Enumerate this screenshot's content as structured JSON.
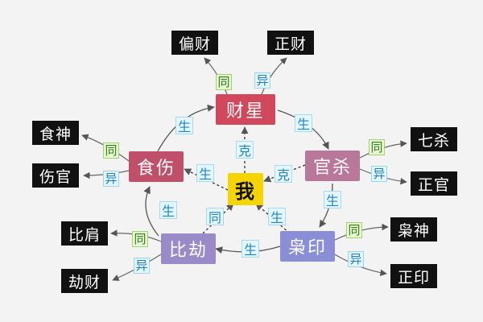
{
  "colors": {
    "center_fill": "#f5d400",
    "wealth_fill": "#d1485c",
    "output_fill": "#c0506a",
    "officer_fill": "#b9779a",
    "peer_fill": "#9a8ac8",
    "resource_fill": "#8a8ed6",
    "leaf_fill": "#111111",
    "arrow": "#555555"
  },
  "center": {
    "label": "我"
  },
  "nodes": {
    "wealth": "财星",
    "officer": "官杀",
    "resource": "枭印",
    "peer": "比劫",
    "output": "食伤"
  },
  "leaves": {
    "wealth_a": "偏财",
    "wealth_b": "正财",
    "officer_a": "七杀",
    "officer_b": "正官",
    "resource_a": "枭神",
    "resource_b": "正印",
    "peer_a": "比肩",
    "peer_b": "劫财",
    "output_a": "食神",
    "output_b": "伤官"
  },
  "badges": {
    "same": "同",
    "different": "异"
  },
  "relations": {
    "generate": "生",
    "control": "克",
    "same": "同"
  }
}
